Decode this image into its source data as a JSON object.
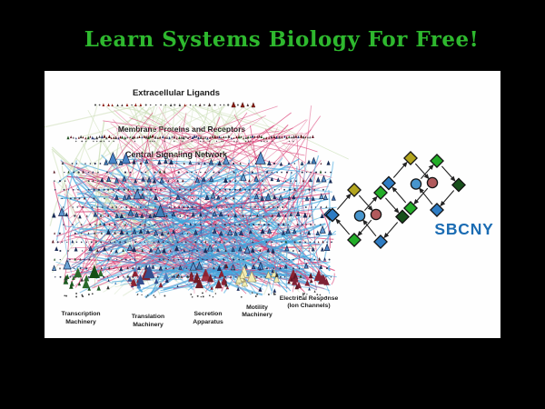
{
  "slide": {
    "title": "Learn Systems Biology For Free!",
    "background_color": "#000000",
    "title_color": "#2eb82e",
    "panel_color": "#fefefe"
  },
  "network": {
    "label_extracellular": "Extracellular Ligands",
    "label_membrane": "Membrane Proteins and Receptors",
    "label_central": "Central Signaling Network",
    "bottom_labels": [
      {
        "line1": "Transcription",
        "line2": "Machinery"
      },
      {
        "line1": "Translation",
        "line2": "Machinery"
      },
      {
        "line1": "Secretion",
        "line2": "Apparatus"
      },
      {
        "line1": "Motility",
        "line2": "Machinery"
      },
      {
        "line1": "Electrical Response",
        "line2": "(Ion Channels)"
      }
    ],
    "edge_colors": {
      "pink": "#d8346e",
      "blue": "#3fa5dd",
      "green": "#c3d9ab",
      "navy": "#2a4a9a"
    },
    "node_colors": {
      "blue_triangle": "#4a86c8",
      "navy_outline": "#16294f",
      "dark_red": "#8c1d12",
      "dark_green": "#1e5c20",
      "maroon": "#8c2230",
      "pale_yellow": "#f2ecb2"
    }
  },
  "logo": {
    "text": "SBCNY",
    "text_color": "#1b6cb3",
    "edge_color": "#222222",
    "node_colors": {
      "yellow": "#b3a51f",
      "green": "#23ad28",
      "dark_green": "#17501b",
      "blue": "#2e7cc3",
      "circle_blue": "#4795cd",
      "circle_red": "#b15a5c"
    }
  }
}
